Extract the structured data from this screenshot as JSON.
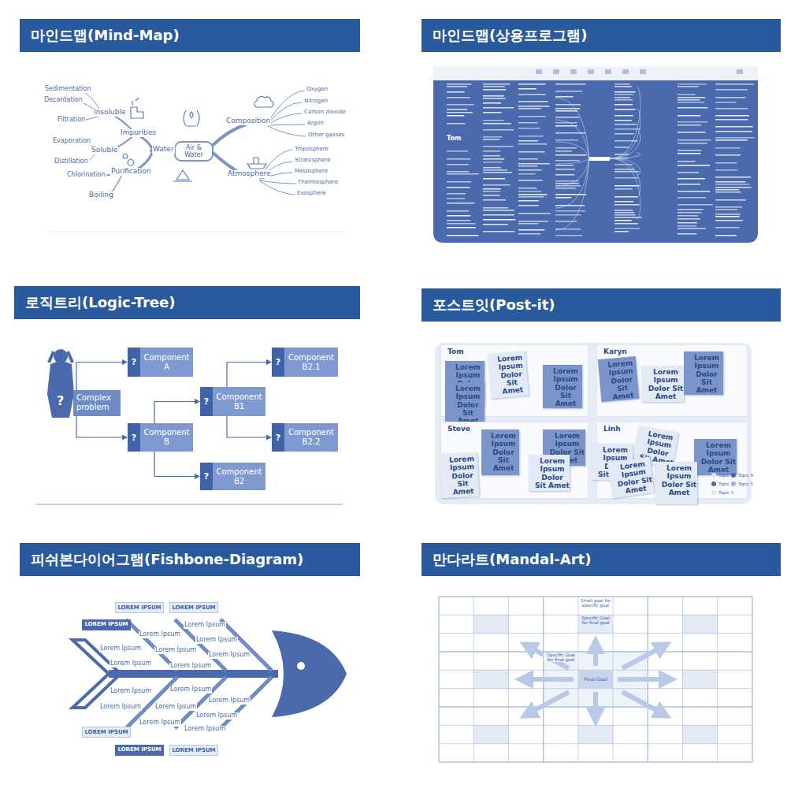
{
  "diagram": {
    "nodes": [
      {
        "text": [
          "마인드맵(Mind-Map)"
        ]
      },
      {
        "text": [
          "Air & Water"
        ]
      },
      {
        "text": [
          "마인드맵(상용프로그램)"
        ]
      },
      {
        "text": [
          "로직트리(Logic-Tree)"
        ]
      },
      {
        "text": [
          "Complex problem"
        ]
      },
      {
        "text": [
          "?",
          "Component A"
        ]
      },
      {
        "text": [
          "?",
          "Component B2.1"
        ]
      },
      {
        "text": [
          "?",
          "Component B1"
        ]
      },
      {
        "text": [
          "?",
          "Component B"
        ]
      },
      {
        "text": [
          "?",
          "Component B2.2"
        ]
      },
      {
        "text": [
          "?",
          "Component B2"
        ]
      },
      {
        "text": [
          "포스트잇(Post-it)"
        ]
      },
      {
        "text": [
          "Tom"
        ]
      },
      {
        "text": [
          "Lorem Ipsum Dolor Sit Amet"
        ],
        "in": 12
      },
      {
        "text": [
          "Lorem Ipsum Dolor Sit Amet"
        ],
        "in": 12
      },
      {
        "text": [
          "Lorem Ipsum Dolor Sit Amet"
        ],
        "in": 12
      },
      {
        "text": [
          "Lorem Ipsum Dolor Sit Amet"
        ],
        "in": 12
      },
      {
        "text": [
          "Karyn"
        ]
      },
      {
        "text": [
          "Lorem Ipsum Dolor Sit Amet"
        ],
        "in": 17
      },
      {
        "text": [
          "Lorem Ipsum Dolor Sit Amet"
        ],
        "in": 17
      },
      {
        "text": [
          "Lorem Ipsum Dolor Sit Amet"
        ],
        "in": 17
      },
      {
        "text": [
          "Steve"
        ]
      },
      {
        "text": [
          "Lorem Ipsum Dolor Sit Amet"
        ],
        "in": 21
      },
      {
        "text": [
          "Lorem Ipsum Dolor Sit Amet"
        ],
        "in": 21
      },
      {
        "text": [
          "Lorem Ipsum Dolor Sit Amet"
        ],
        "in": 21
      },
      {
        "text": [
          "Lorem Ipsum Dolor Sit Amet"
        ],
        "in": 21
      },
      {
        "text": [
          "Linh"
        ]
      },
      {
        "text": [
          "Lorem Ipsum Dolor Sit Amet"
        ],
        "in": 26
      },
      {
        "text": [
          "Lorem Ipsum Dolor Sit Amet"
        ],
        "in": 26
      },
      {
        "text": [
          "Lorem Ipsum Dolor Sit Amet"
        ],
        "in": 26
      },
      {
        "text": [
          "Lorem Ipsum Dolor Sit Amet"
        ],
        "in": 26
      },
      {
        "text": [
          "Lorem Ipsum Dolor Sit Amet"
        ],
        "in": 26
      },
      {
        "text": [
          "피쉬본다이어그램(Fishbone-Diagram)"
        ]
      },
      {
        "text": [
          "LOREM IPSUM"
        ]
      },
      {
        "text": [
          "LOREM IPSUM"
        ]
      },
      {
        "text": [
          "LOREM IPSUM"
        ]
      },
      {
        "text": [
          "LOREM IPSUM"
        ]
      },
      {
        "text": [
          "LOREM IPSUM"
        ]
      },
      {
        "text": [
          "LOREM IPSUM"
        ]
      },
      {
        "text": [
          "만다라트(Mandal-Art)"
        ]
      },
      {
        "text": [
          "Final Goal"
        ]
      }
    ],
    "edges": [
      {
        "from": 4,
        "to": 5,
        "arrow": "to"
      },
      {
        "from": 4,
        "to": 8,
        "arrow": "to"
      },
      {
        "from": 8,
        "to": 7,
        "arrow": "to"
      },
      {
        "from": 8,
        "to": 10,
        "arrow": "to"
      },
      {
        "from": 7,
        "to": 6,
        "arrow": "to"
      },
      {
        "from": 7,
        "to": 9,
        "arrow": "to"
      }
    ],
    "labels": [
      "Sedimentation",
      "Decantation",
      "Filtration",
      "Insoluble",
      "Impurities",
      "Evaporation",
      "Soluble",
      "Distillation",
      "Chlorination",
      "Purification",
      "Boiling",
      "Water",
      "Composition",
      "Oxygen",
      "Nitrogen",
      "Carbon dioxide",
      "Argon",
      "Other gasses",
      "Atmosphere",
      "Troposphere",
      "Stratosphere",
      "Mesosphere",
      "Thermosphere",
      "Exosphere",
      "Tom",
      "?",
      "Lorem Ipsum",
      "Lorem Ipsum",
      "Lorem Ipsum",
      "Lorem Ipsum",
      "Lorem Ipsum",
      "Lorem Ipsum",
      "Lorem Ipsum",
      "Lorem Ipsum",
      "Lorem Ipsum",
      "Lorem Ipsum",
      "Lorem Ipsum",
      "Lorem Ipsum",
      "Lorem Ipsum",
      "Lorem Ipsum",
      "Lorem Ipsum",
      "Lorem Ipsum",
      "Small goal for specific goal",
      "Specific Goal for final goal",
      "Specific Goal for final goal"
    ],
    "legend": [
      {
        "text": "Topic 1",
        "color": "#dfe6f3"
      },
      {
        "text": "Topic 2",
        "color": "#4a6aad"
      },
      {
        "text": "Topic 3",
        "color": "#dfe6f3"
      },
      {
        "text": "Topic 4",
        "color": "#4a6aad"
      },
      {
        "text": "Topic 5",
        "color": "#9fb3dc"
      }
    ]
  }
}
